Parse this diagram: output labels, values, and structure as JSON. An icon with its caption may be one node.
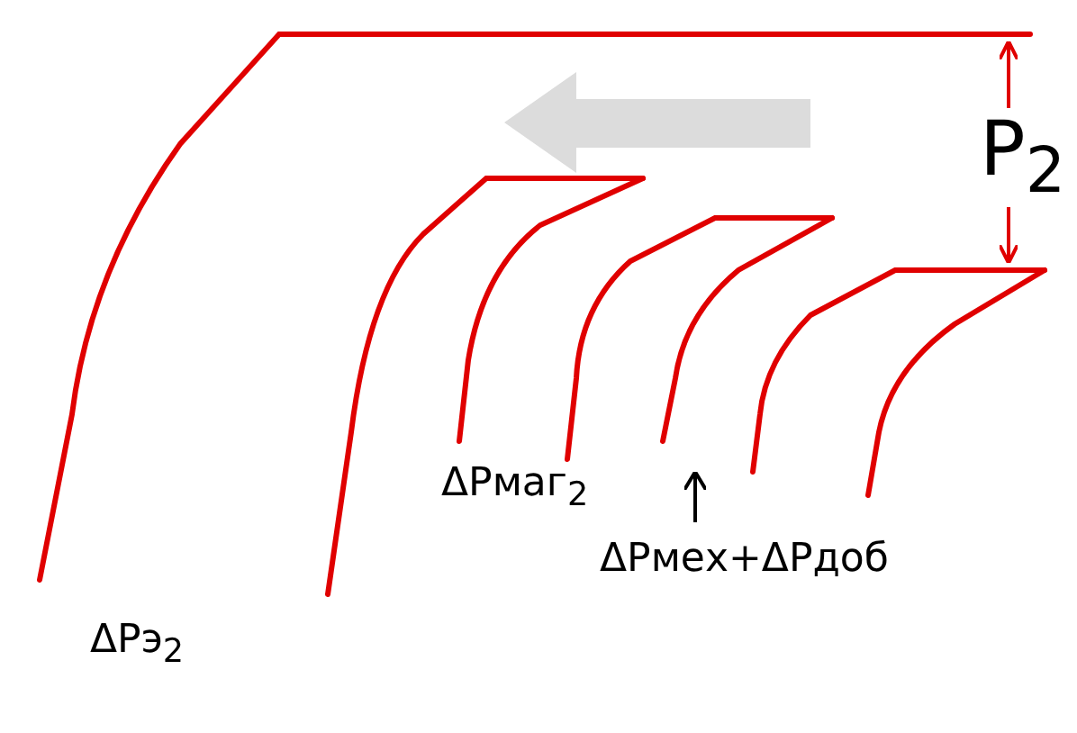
{
  "diagram": {
    "labels": [
      "Р$_{2}$",
      "ΔРмаг$_{2}$",
      "ΔРмех+ΔРдоб",
      "ΔРэ$_{2}$"
    ]
  }
}
